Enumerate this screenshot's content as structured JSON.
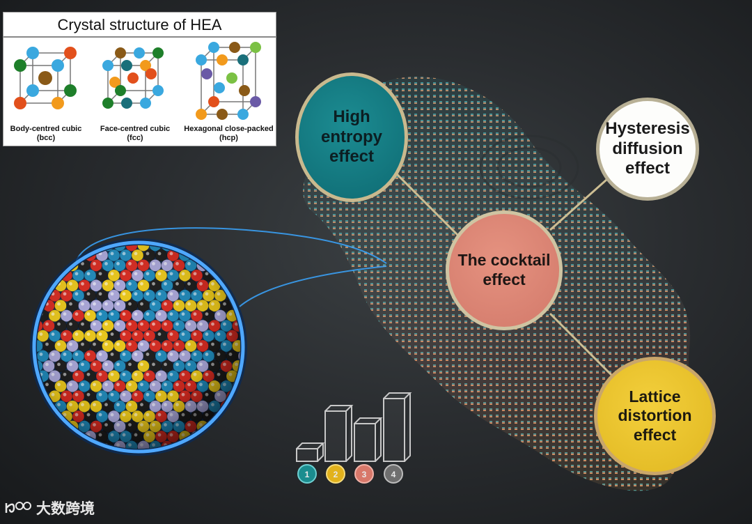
{
  "inset": {
    "title": "Crystal structure of HEA",
    "lattices": [
      {
        "name": "Body-centred cubic",
        "abbr": "(bcc)",
        "icon": "bcc-lattice-icon"
      },
      {
        "name": "Face-centred cubic",
        "abbr": "(fcc)",
        "icon": "fcc-lattice-icon"
      },
      {
        "name": "Hexagonal close-packed",
        "abbr": "(hcp)",
        "icon": "hcp-lattice-icon"
      }
    ]
  },
  "effects": {
    "high_entropy": {
      "label": "High entropy effect",
      "color": "#0e6a72"
    },
    "hysteresis": {
      "label": "Hysteresis diffusion effect",
      "color": "#fdfdfb"
    },
    "cocktail": {
      "label": "The cocktail effect",
      "color": "#d2796a"
    },
    "lattice": {
      "label": "Lattice distortion effect",
      "color": "#e0b720"
    }
  },
  "badges": [
    {
      "label": "1",
      "color": "#1b8d8f"
    },
    {
      "label": "2",
      "color": "#e2b21c"
    },
    {
      "label": "3",
      "color": "#d8786a"
    },
    {
      "label": "4",
      "color": "#6f6f6f"
    }
  ],
  "bar_levels": [
    1,
    4,
    3,
    5
  ],
  "watermark": {
    "text": "大数跨境",
    "icon": "brand-logo-icon"
  },
  "atom_colors": [
    "#d42a20",
    "#e8c51a",
    "#1f88b8",
    "#1b1b1b",
    "#a7a4d6"
  ]
}
